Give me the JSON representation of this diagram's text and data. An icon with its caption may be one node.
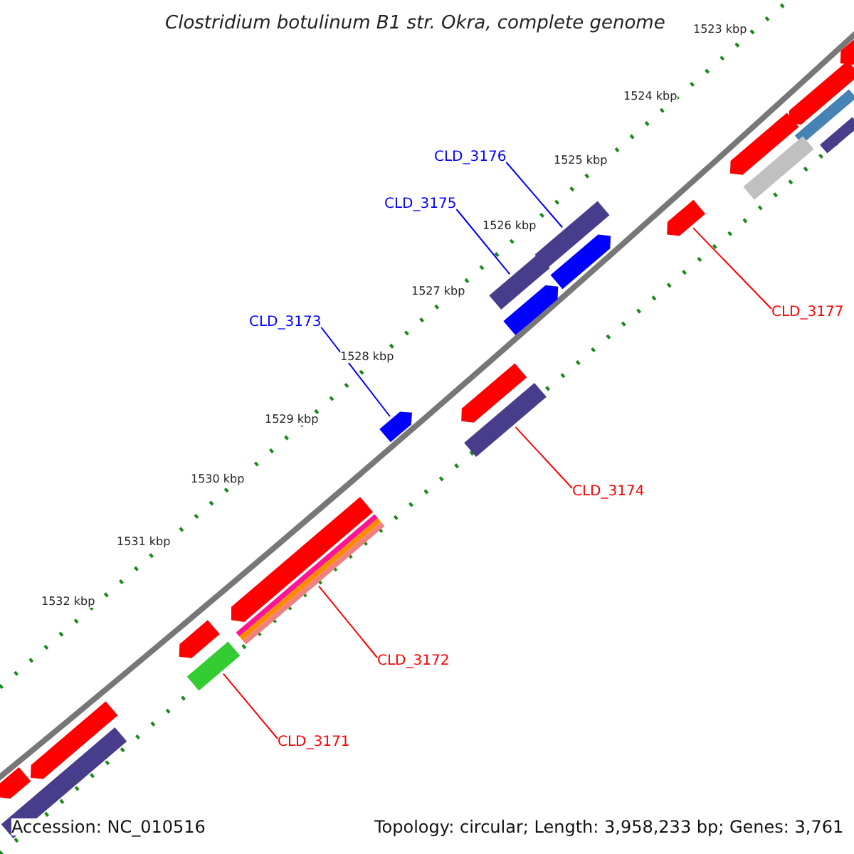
{
  "diagram": {
    "title": "Clostridium botulinum B1 str. Okra, complete genome",
    "nodes": [
      {
        "text": [
          "CLD_3176"
        ]
      },
      {
        "text": [],
        "shape": "bar"
      },
      {
        "text": [
          "CLD_3175"
        ]
      },
      {
        "text": [],
        "shape": "bar"
      },
      {
        "text": [
          "CLD_3173"
        ]
      },
      {
        "text": [],
        "shape": "bar"
      },
      {
        "text": [
          "CLD_3177"
        ]
      },
      {
        "text": [],
        "shape": "bar"
      },
      {
        "text": [
          "CLD_3174"
        ]
      },
      {
        "text": [],
        "shape": "bar"
      },
      {
        "text": [
          "CLD_3172"
        ]
      },
      {
        "text": [],
        "shape": "bar"
      },
      {
        "text": [
          "CLD_3171"
        ]
      },
      {
        "text": [],
        "shape": "bar"
      },
      {
        "text": [],
        "shape": "bar"
      },
      {
        "text": [],
        "shape": "bar"
      },
      {
        "text": [],
        "shape": "bar"
      },
      {
        "text": [],
        "shape": "bar"
      },
      {
        "text": [],
        "shape": "bar"
      },
      {
        "text": [],
        "shape": "bar"
      },
      {
        "text": [],
        "shape": "bar"
      },
      {
        "text": [],
        "shape": "bar"
      },
      {
        "text": [],
        "shape": "bar"
      },
      {
        "text": [],
        "shape": "bar"
      },
      {
        "text": [],
        "shape": "bar"
      },
      {
        "text": [],
        "shape": "bar"
      },
      {
        "text": [],
        "shape": "bar"
      },
      {
        "text": [],
        "shape": "bar"
      }
    ],
    "edges": [
      {
        "from": 0,
        "to": 1,
        "arrow": "none",
        "color": "#0000ff"
      },
      {
        "from": 2,
        "to": 3,
        "arrow": "none",
        "color": "#0000ff"
      },
      {
        "from": 4,
        "to": 5,
        "arrow": "none",
        "color": "#0000ff"
      },
      {
        "from": 6,
        "to": 7,
        "arrow": "none"
      },
      {
        "from": 8,
        "to": 9,
        "arrow": "none"
      },
      {
        "from": 10,
        "to": 11,
        "arrow": "none"
      },
      {
        "from": 12,
        "to": 13,
        "arrow": "none"
      }
    ],
    "labels": [
      "1523 kbp",
      "1524 kbp",
      "1525 kbp",
      "1526 kbp",
      "1527 kbp",
      "1528 kbp",
      "1529 kbp",
      "1530 kbp",
      "1531 kbp",
      "1532 kbp",
      "Accession: NC_010516",
      "Topology: circular; Length: 3,958,233 bp; Genes: 3,761"
    ]
  }
}
